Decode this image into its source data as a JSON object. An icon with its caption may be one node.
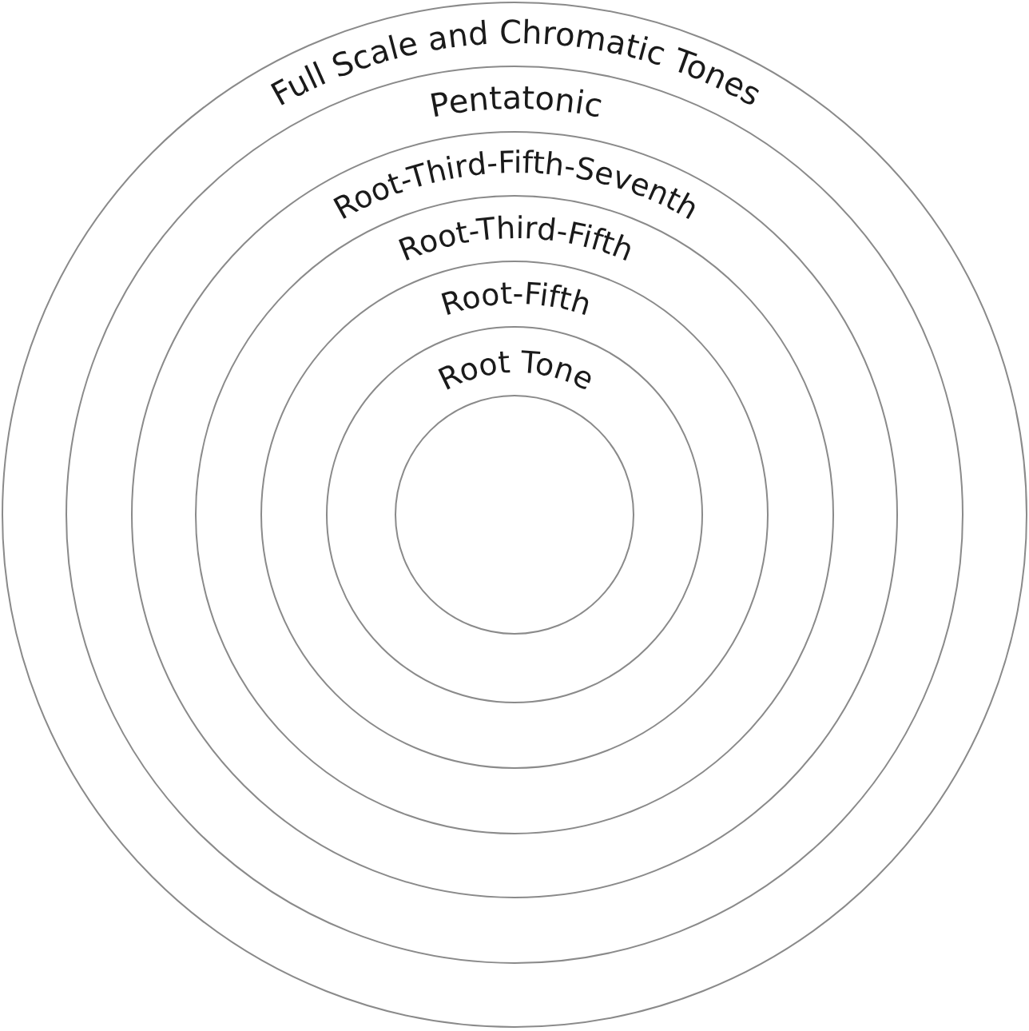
{
  "diagram": {
    "nodes": [
      {
        "text": [
          "Full Scale and Chromatic Tones"
        ]
      },
      {
        "text": [
          "Pentatonic"
        ],
        "in": 0
      },
      {
        "text": [
          "Root-Third-Fifth-Seventh"
        ],
        "in": 1
      },
      {
        "text": [
          "Root-Third-Fifth"
        ],
        "in": 2
      },
      {
        "text": [
          "Root-Fifth"
        ],
        "in": 3
      },
      {
        "text": [
          "Root Tone"
        ],
        "in": 4
      },
      {
        "text": [],
        "shape": "circle",
        "in": 5
      }
    ]
  }
}
